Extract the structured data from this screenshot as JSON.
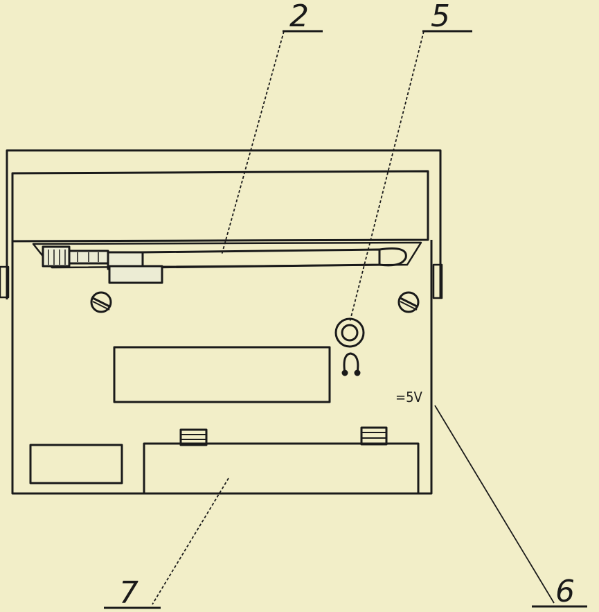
{
  "callouts": {
    "antenna": "2",
    "headphone_jack": "5",
    "power_input": "6",
    "battery_compartment": "7"
  },
  "labels": {
    "dc_voltage": "=5V"
  },
  "colors": {
    "paper": "#f2eec8",
    "ink": "#1a1a1a"
  },
  "icons": {
    "headphone": "headphone-icon",
    "screw": "screw-icon"
  }
}
